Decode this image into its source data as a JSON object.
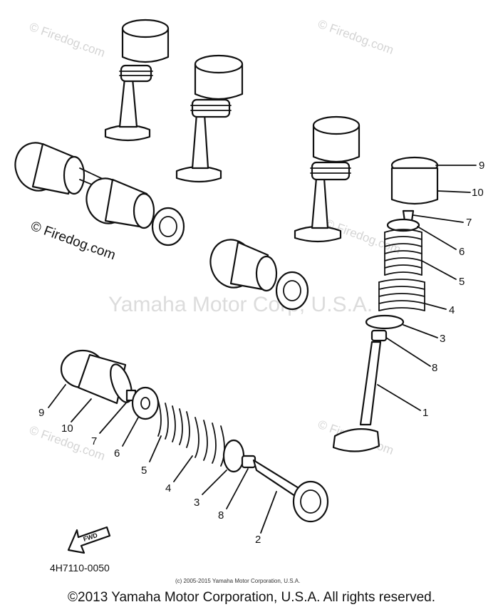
{
  "watermarks": {
    "firedog_small": "© Firedog.com",
    "firedog_large": "© Firedog.com",
    "yamaha": "Yamaha Motor Corp, U.S.A."
  },
  "labels": {
    "right": [
      "9",
      "10",
      "7",
      "6",
      "5",
      "4",
      "3",
      "8",
      "1"
    ],
    "bottom": [
      "9",
      "10",
      "7",
      "6",
      "5",
      "4",
      "3",
      "8",
      "2"
    ]
  },
  "fwd_label": "FWD",
  "part_code": "4H7110-0050",
  "credit_line": "(c) 2005-2015 Yamaha Motor Corporation, U.S.A.",
  "copyright": "©2013 Yamaha Motor Corporation, U.S.A. All rights reserved."
}
